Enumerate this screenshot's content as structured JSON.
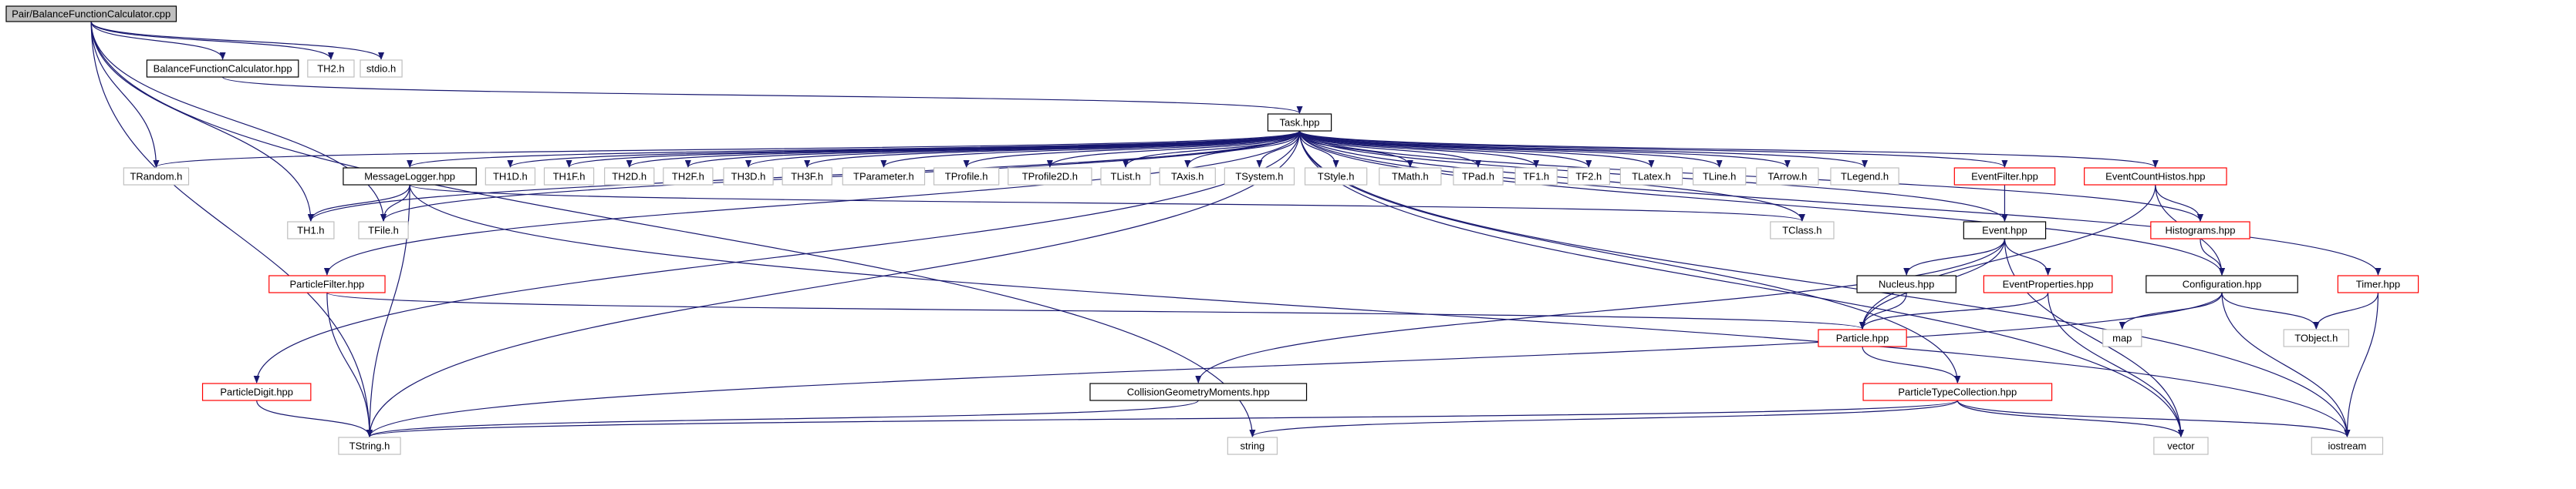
{
  "title": "Pair/BalanceFunctionCalculator.cpp",
  "colors": {
    "edge": "#191970",
    "root_fill": "#bfbfbf",
    "box_border_project": "#000000",
    "box_border_external": "#bfbfbf",
    "box_border_truncated": "#ff0000",
    "background": "#ffffff"
  },
  "nodes": [
    {
      "id": "root",
      "label": "Pair/BalanceFunctionCalculator.cpp",
      "style": "root"
    },
    {
      "id": "bfc",
      "label": "BalanceFunctionCalculator.hpp",
      "style": "project"
    },
    {
      "id": "th2",
      "label": "TH2.h",
      "style": "external"
    },
    {
      "id": "stdio",
      "label": "stdio.h",
      "style": "external"
    },
    {
      "id": "task",
      "label": "Task.hpp",
      "style": "project"
    },
    {
      "id": "trandom",
      "label": "TRandom.h",
      "style": "external"
    },
    {
      "id": "msglog",
      "label": "MessageLogger.hpp",
      "style": "project"
    },
    {
      "id": "th1d",
      "label": "TH1D.h",
      "style": "external"
    },
    {
      "id": "th1f",
      "label": "TH1F.h",
      "style": "external"
    },
    {
      "id": "th2d",
      "label": "TH2D.h",
      "style": "external"
    },
    {
      "id": "th2f",
      "label": "TH2F.h",
      "style": "external"
    },
    {
      "id": "th3d",
      "label": "TH3D.h",
      "style": "external"
    },
    {
      "id": "th3f",
      "label": "TH3F.h",
      "style": "external"
    },
    {
      "id": "tparameter",
      "label": "TParameter.h",
      "style": "external"
    },
    {
      "id": "tprofile",
      "label": "TProfile.h",
      "style": "external"
    },
    {
      "id": "tprofile2d",
      "label": "TProfile2D.h",
      "style": "external"
    },
    {
      "id": "tlist",
      "label": "TList.h",
      "style": "external"
    },
    {
      "id": "taxis",
      "label": "TAxis.h",
      "style": "external"
    },
    {
      "id": "tsystem",
      "label": "TSystem.h",
      "style": "external"
    },
    {
      "id": "tstyle",
      "label": "TStyle.h",
      "style": "external"
    },
    {
      "id": "tmath",
      "label": "TMath.h",
      "style": "external"
    },
    {
      "id": "tpad",
      "label": "TPad.h",
      "style": "external"
    },
    {
      "id": "tf1",
      "label": "TF1.h",
      "style": "external"
    },
    {
      "id": "tf2",
      "label": "TF2.h",
      "style": "external"
    },
    {
      "id": "tlatex",
      "label": "TLatex.h",
      "style": "external"
    },
    {
      "id": "tline",
      "label": "TLine.h",
      "style": "external"
    },
    {
      "id": "tarrow",
      "label": "TArrow.h",
      "style": "external"
    },
    {
      "id": "tlegend",
      "label": "TLegend.h",
      "style": "external"
    },
    {
      "id": "evfilter",
      "label": "EventFilter.hpp",
      "style": "truncated"
    },
    {
      "id": "evcount",
      "label": "EventCountHistos.hpp",
      "style": "truncated"
    },
    {
      "id": "th1",
      "label": "TH1.h",
      "style": "external"
    },
    {
      "id": "tfile",
      "label": "TFile.h",
      "style": "external"
    },
    {
      "id": "tclass",
      "label": "TClass.h",
      "style": "external"
    },
    {
      "id": "event",
      "label": "Event.hpp",
      "style": "project"
    },
    {
      "id": "histos",
      "label": "Histograms.hpp",
      "style": "truncated"
    },
    {
      "id": "pfilter",
      "label": "ParticleFilter.hpp",
      "style": "truncated"
    },
    {
      "id": "nucleus",
      "label": "Nucleus.hpp",
      "style": "project"
    },
    {
      "id": "evprops",
      "label": "EventProperties.hpp",
      "style": "truncated"
    },
    {
      "id": "config",
      "label": "Configuration.hpp",
      "style": "project"
    },
    {
      "id": "timer",
      "label": "Timer.hpp",
      "style": "truncated"
    },
    {
      "id": "particle",
      "label": "Particle.hpp",
      "style": "truncated"
    },
    {
      "id": "map",
      "label": "map",
      "style": "external"
    },
    {
      "id": "tobject",
      "label": "TObject.h",
      "style": "external"
    },
    {
      "id": "pdigit",
      "label": "ParticleDigit.hpp",
      "style": "truncated"
    },
    {
      "id": "cgm",
      "label": "CollisionGeometryMoments.hpp",
      "style": "project"
    },
    {
      "id": "ptc",
      "label": "ParticleTypeCollection.hpp",
      "style": "truncated"
    },
    {
      "id": "tstring",
      "label": "TString.h",
      "style": "external"
    },
    {
      "id": "string",
      "label": "string",
      "style": "external"
    },
    {
      "id": "vector",
      "label": "vector",
      "style": "external"
    },
    {
      "id": "iostream",
      "label": "iostream",
      "style": "external"
    }
  ],
  "edges": [
    [
      "root",
      "bfc"
    ],
    [
      "root",
      "th2"
    ],
    [
      "root",
      "stdio"
    ],
    [
      "root",
      "trandom"
    ],
    [
      "root",
      "th1"
    ],
    [
      "root",
      "tfile"
    ],
    [
      "root",
      "tstring"
    ],
    [
      "root",
      "string"
    ],
    [
      "bfc",
      "task"
    ],
    [
      "task",
      "trandom"
    ],
    [
      "task",
      "msglog"
    ],
    [
      "task",
      "th1d"
    ],
    [
      "task",
      "th1f"
    ],
    [
      "task",
      "th2d"
    ],
    [
      "task",
      "th2f"
    ],
    [
      "task",
      "th3d"
    ],
    [
      "task",
      "th3f"
    ],
    [
      "task",
      "tparameter"
    ],
    [
      "task",
      "tprofile"
    ],
    [
      "task",
      "tprofile2d"
    ],
    [
      "task",
      "tlist"
    ],
    [
      "task",
      "taxis"
    ],
    [
      "task",
      "tsystem"
    ],
    [
      "task",
      "tstyle"
    ],
    [
      "task",
      "tmath"
    ],
    [
      "task",
      "tpad"
    ],
    [
      "task",
      "tf1"
    ],
    [
      "task",
      "tf2"
    ],
    [
      "task",
      "tlatex"
    ],
    [
      "task",
      "tline"
    ],
    [
      "task",
      "tarrow"
    ],
    [
      "task",
      "tlegend"
    ],
    [
      "task",
      "evfilter"
    ],
    [
      "task",
      "evcount"
    ],
    [
      "task",
      "th1"
    ],
    [
      "task",
      "tfile"
    ],
    [
      "task",
      "tclass"
    ],
    [
      "task",
      "event"
    ],
    [
      "task",
      "histos"
    ],
    [
      "task",
      "pfilter"
    ],
    [
      "task",
      "config"
    ],
    [
      "task",
      "timer"
    ],
    [
      "task",
      "pdigit"
    ],
    [
      "task",
      "ptc"
    ],
    [
      "task",
      "tstring"
    ],
    [
      "task",
      "vector"
    ],
    [
      "task",
      "iostream"
    ],
    [
      "msglog",
      "th1"
    ],
    [
      "msglog",
      "tfile"
    ],
    [
      "msglog",
      "tclass"
    ],
    [
      "msglog",
      "tstring"
    ],
    [
      "msglog",
      "iostream"
    ],
    [
      "evfilter",
      "event"
    ],
    [
      "evcount",
      "histos"
    ],
    [
      "evcount",
      "config"
    ],
    [
      "evcount",
      "particle"
    ],
    [
      "event",
      "nucleus"
    ],
    [
      "event",
      "evprops"
    ],
    [
      "event",
      "particle"
    ],
    [
      "event",
      "cgm"
    ],
    [
      "event",
      "vector"
    ],
    [
      "histos",
      "config"
    ],
    [
      "pfilter",
      "particle"
    ],
    [
      "pfilter",
      "tstring"
    ],
    [
      "nucleus",
      "particle"
    ],
    [
      "evprops",
      "particle"
    ],
    [
      "evprops",
      "vector"
    ],
    [
      "config",
      "map"
    ],
    [
      "config",
      "tobject"
    ],
    [
      "config",
      "iostream"
    ],
    [
      "config",
      "tstring"
    ],
    [
      "timer",
      "tobject"
    ],
    [
      "timer",
      "iostream"
    ],
    [
      "particle",
      "ptc"
    ],
    [
      "pdigit",
      "tstring"
    ],
    [
      "cgm",
      "tstring"
    ],
    [
      "ptc",
      "tstring"
    ],
    [
      "ptc",
      "string"
    ],
    [
      "ptc",
      "vector"
    ],
    [
      "ptc",
      "iostream"
    ]
  ]
}
